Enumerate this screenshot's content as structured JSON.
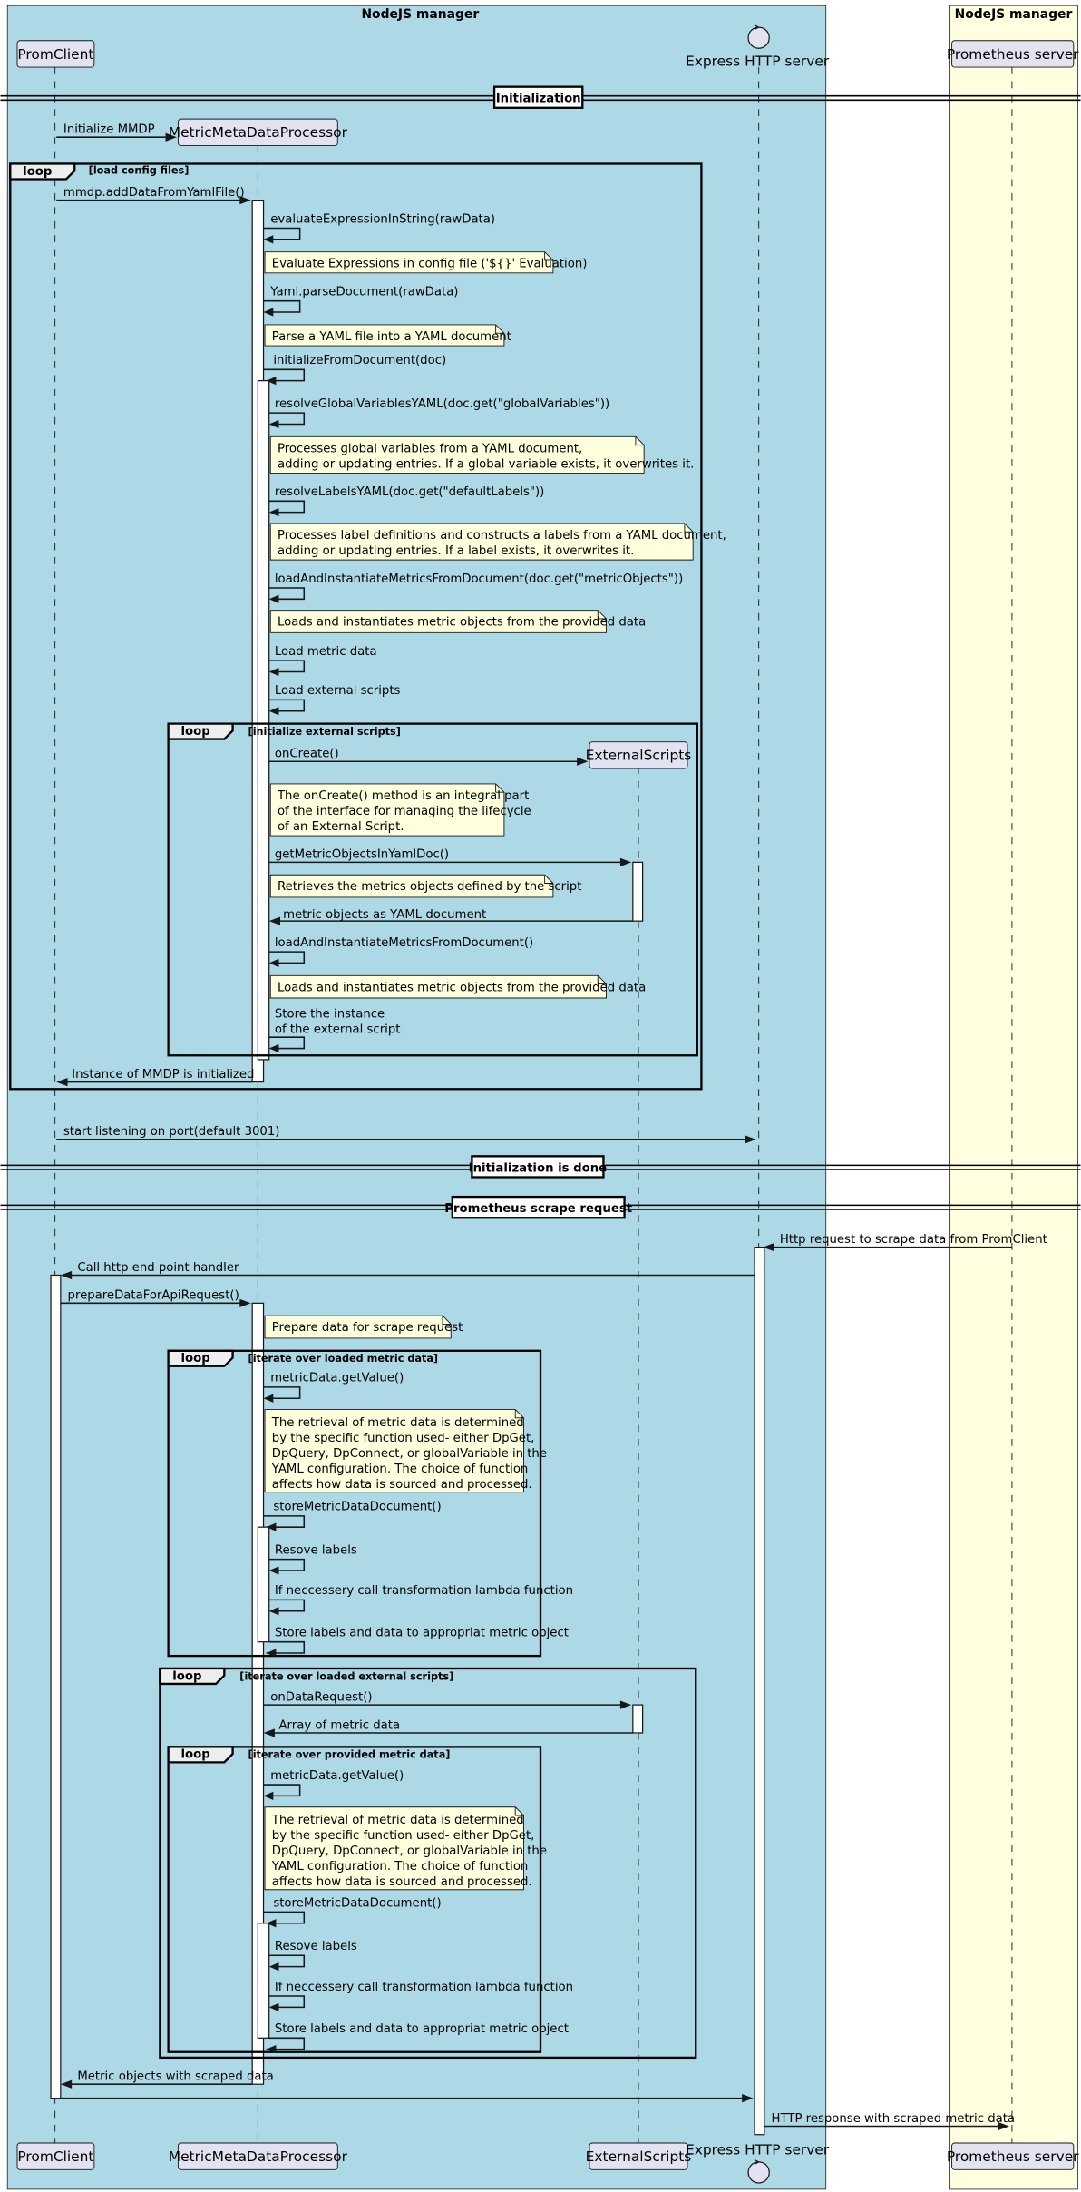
{
  "boxes": {
    "left": {
      "title": "NodeJS manager",
      "color": "#ADD8E6"
    },
    "right": {
      "title": "NodeJS manager",
      "color": "#FFFFE0"
    }
  },
  "participants": {
    "promclient": "PromClient",
    "mmdp": "MetricMetaDataProcessor",
    "external": "ExternalScripts",
    "express": "Express HTTP server",
    "prometheus": "Prometheus server"
  },
  "dividers": {
    "init": "Initialization",
    "init_done": "Initialization is done",
    "scrape": "Prometheus scrape request"
  },
  "loops": {
    "keyword": "loop",
    "load_config": "[load config files]",
    "init_scripts": "[initialize external scripts]",
    "iterate_metric": "[iterate over loaded metric data]",
    "iterate_scripts": "[iterate over loaded external scripts]",
    "iterate_provided": "[iterate over provided metric data]"
  },
  "messages": {
    "initialize_mmdp": "Initialize MMDP",
    "add_data": "mmdp.addDataFromYamlFile()",
    "eval_expr": "evaluateExpressionInString(rawData)",
    "yaml_parse": "Yaml.parseDocument(rawData)",
    "init_from_doc": "initializeFromDocument(doc)",
    "resolve_global": "resolveGlobalVariablesYAML(doc.get(\"globalVariables\"))",
    "resolve_labels": "resolveLabelsYAML(doc.get(\"defaultLabels\"))",
    "load_instantiate": "loadAndInstantiateMetricsFromDocument(doc.get(\"metricObjects\"))",
    "load_metric_data": "Load metric data",
    "load_external": "Load external scripts",
    "on_create": "onCreate()",
    "get_metric_objects": "getMetricObjectsInYamlDoc()",
    "metric_objects_yaml": "metric objects as YAML document",
    "load_instantiate2": "loadAndInstantiateMetricsFromDocument()",
    "store_instance_1": "Store the instance",
    "store_instance_2": "of the external script",
    "instance_initialized": "Instance of MMDP is initialized",
    "start_listening": "start listening on port(default 3001)",
    "http_request": "Http request to scrape data from PromClient",
    "call_handler": "Call http end point handler",
    "prepare_data": "prepareDataForApiRequest()",
    "get_value_1": "metricData.getValue()",
    "store_doc_1": "storeMetricDataDocument()",
    "resolve_labels_1": "Resove labels",
    "transform_1": "If neccessery call transformation lambda function",
    "store_labels_1": "Store labels and data to appropriat metric object",
    "on_data_request": "onDataRequest()",
    "array_metric": "Array of metric data",
    "get_value_2": "metricData.getValue()",
    "store_doc_2": "storeMetricDataDocument()",
    "resolve_labels_2": "Resove labels",
    "transform_2": "If neccessery call transformation lambda function",
    "store_labels_2": "Store labels and data to appropriat metric object",
    "metric_objects_scraped": "Metric objects with scraped data",
    "http_response": "HTTP response with scraped metric data"
  },
  "notes": {
    "eval": "Evaluate Expressions in config file ('${}' Evaluation)",
    "parse": "Parse a YAML file into a YAML document",
    "global_1": "Processes global variables from a YAML document,",
    "global_2": "adding or updating entries. If a global variable exists, it overwrites it.",
    "labels_1": "Processes label definitions and constructs a labels from a YAML document,",
    "labels_2": "adding or updating entries. If a label exists, it overwrites it.",
    "instantiate": "Loads and instantiates metric objects from the provided data",
    "oncreate_1": "The onCreate() method is an integral part",
    "oncreate_2": "of the interface for managing the lifecycle",
    "oncreate_3": "of an External Script.",
    "retrieves": "Retrieves the metrics objects defined by the script",
    "instantiate2": "Loads and instantiates metric objects from the provided data",
    "prepare": "Prepare data for scrape request",
    "retrieval_1": "The retrieval of metric data is determined",
    "retrieval_2": "by the specific function used- either DpGet,",
    "retrieval_3": "DpQuery, DpConnect, or globalVariable in the",
    "retrieval_4": "YAML configuration. The choice of function",
    "retrieval_5": "affects how data is sourced and processed."
  }
}
